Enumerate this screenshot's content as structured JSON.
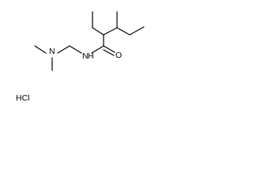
{
  "structure": {
    "type": "skeletal-formula",
    "line_color": "#000000",
    "background": "#ffffff"
  },
  "labels": {
    "amine_n": "N",
    "amide_nh": "N",
    "amide_h": "H",
    "carbonyl_o": "O",
    "salt": "HCl"
  }
}
